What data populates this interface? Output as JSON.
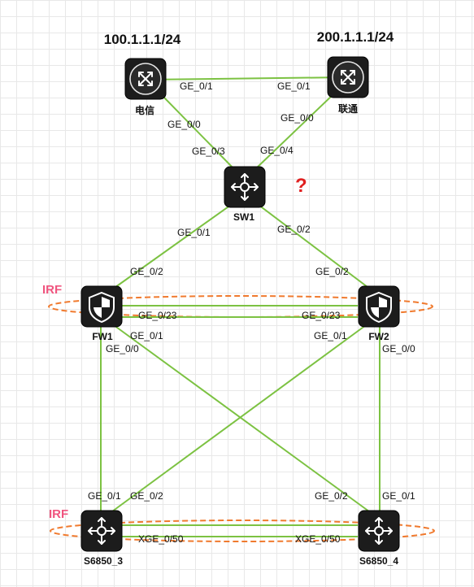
{
  "ips": {
    "telecom": "100.1.1.1/24",
    "unicom": "200.1.1.1/24"
  },
  "devices": {
    "telecom": "电信",
    "unicom": "联通",
    "sw1": "SW1",
    "fw1": "FW1",
    "fw2": "FW2",
    "s3": "S6850_3",
    "s4": "S6850_4"
  },
  "irf": {
    "top": "IRF",
    "bottom": "IRF"
  },
  "question_mark": "?",
  "ports": {
    "telecom_unicom_a": "GE_0/1",
    "telecom_unicom_b": "GE_0/1",
    "telecom_sw1_a": "GE_0/0",
    "telecom_sw1_b": "GE_0/3",
    "unicom_sw1_a": "GE_0/0",
    "unicom_sw1_b": "GE_0/4",
    "sw1_fw1_a": "GE_0/1",
    "sw1_fw1_b": "GE_0/2",
    "sw1_fw2_a": "GE_0/2",
    "sw1_fw2_b": "GE_0/2",
    "fw1_fw2_a": "GE_0/23",
    "fw1_fw2_b": "GE_0/23",
    "fw1_s4": "GE_0/1",
    "fw1_s3": "GE_0/0",
    "fw2_s3": "GE_0/1",
    "fw2_s4": "GE_0/0",
    "s3_fw1": "GE_0/1",
    "s3_fw2": "GE_0/2",
    "s4_fw1": "GE_0/2",
    "s4_fw2": "GE_0/1",
    "s3_s4_a": "XGE_0/50",
    "s3_s4_b": "XGE_0/50"
  }
}
